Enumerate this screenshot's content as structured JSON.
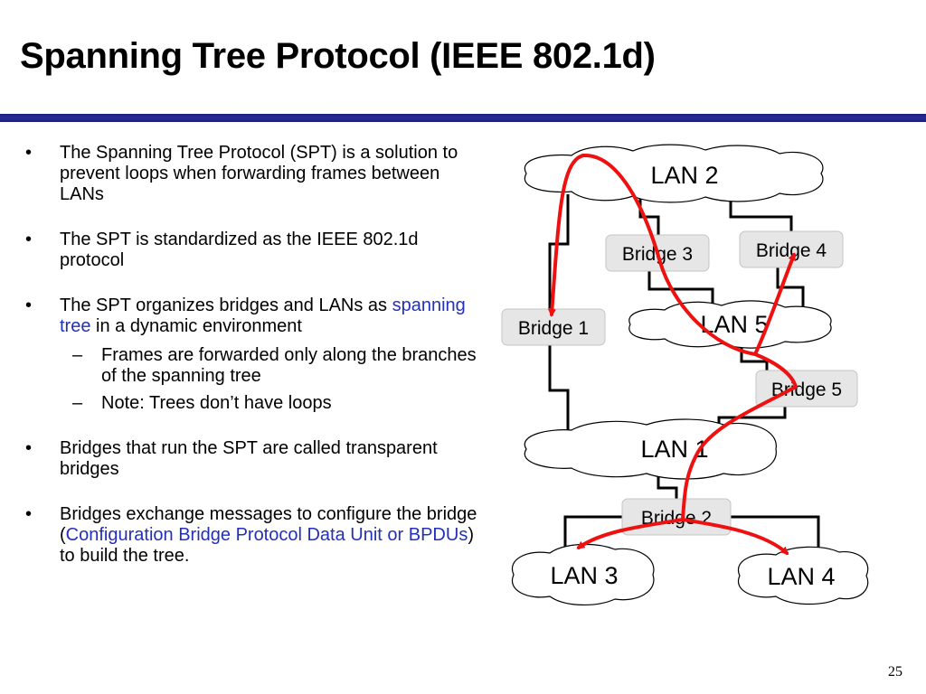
{
  "slide": {
    "title": "Spanning Tree Protocol (IEEE 802.1d)",
    "page_number": "25"
  },
  "bullets": {
    "b1": "The Spanning Tree Protocol (SPT) is a solution to prevent loops when forwarding frames between LANs",
    "b2": "The SPT is standardized as the IEEE 802.1d protocol",
    "b3_pre": "The SPT organizes bridges and LANs as ",
    "b3_link": "spanning tree",
    "b3_post": " in a dynamic environment",
    "b3_sub1": "Frames are forwarded only along the branches of the spanning tree",
    "b3_sub2": "Note: Trees don’t have loops",
    "b4": "Bridges that run the SPT are called transparent bridges",
    "b5_pre": "Bridges exchange messages to configure the bridge (",
    "b5_link": "Configuration Bridge Protocol Data Unit or BPDUs",
    "b5_post": ") to build the tree.",
    "marker": "•",
    "sub_marker": "–"
  },
  "diagram": {
    "lans": {
      "lan2": "LAN 2",
      "lan5": "LAN 5",
      "lan1": "LAN 1",
      "lan3": "LAN 3",
      "lan4": "LAN 4"
    },
    "bridges": {
      "bridge1": "Bridge 1",
      "bridge2": "Bridge 2",
      "bridge3": "Bridge 3",
      "bridge4": "Bridge 4",
      "bridge5": "Bridge 5"
    },
    "colors": {
      "path": "#ee1111",
      "bridge_fill": "#e6e6e6",
      "cloud_fill": "#ffffff",
      "link": "#000000",
      "rule": "#1f2391",
      "link_text": "#2330b8"
    }
  }
}
